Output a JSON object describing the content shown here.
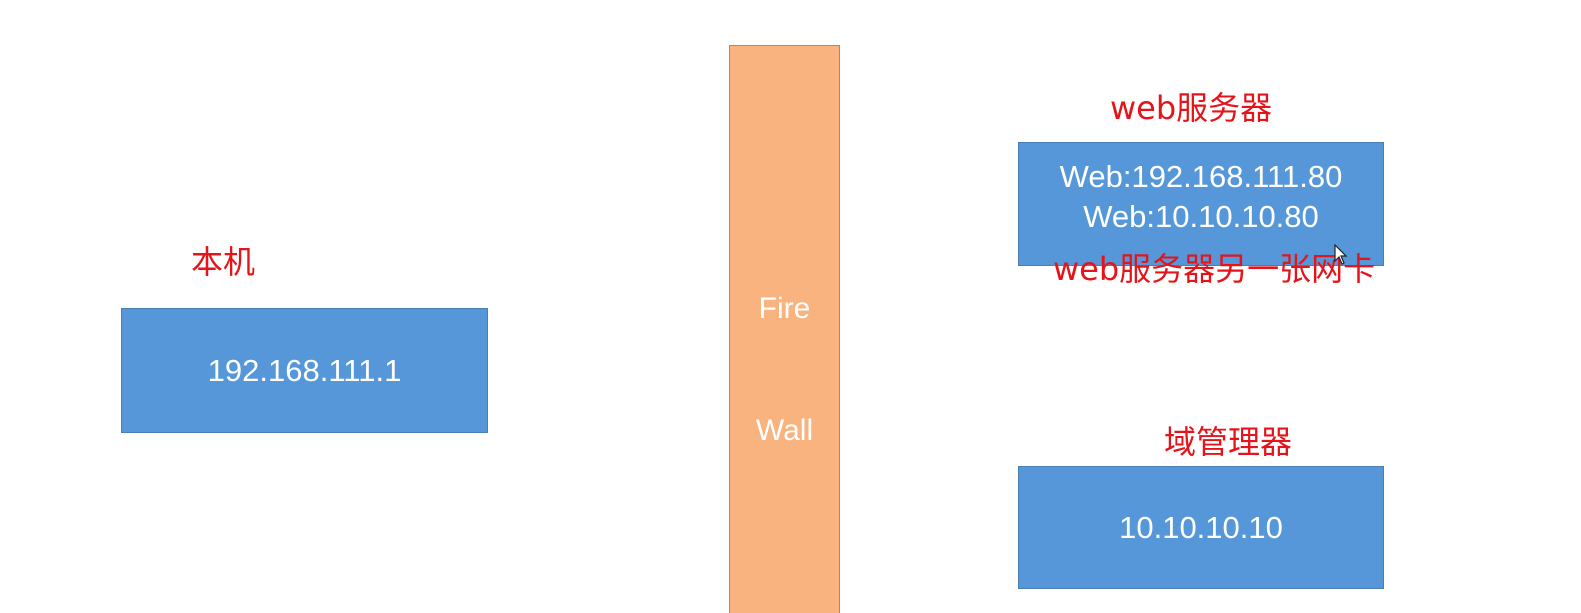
{
  "local_machine": {
    "label": "本机",
    "ip": "192.168.111.1"
  },
  "firewall": {
    "line1": "Fire",
    "line2": "Wall"
  },
  "web_server": {
    "label": "web服务器",
    "ip_primary": "Web:192.168.111.80",
    "ip_secondary": "Web:10.10.10.80",
    "second_nic_label": "web服务器另一张网卡"
  },
  "domain_controller": {
    "label": "域管理器",
    "ip": "10.10.10.10"
  },
  "colors": {
    "box_fill": "#5597d8",
    "label_red": "#e5141a",
    "wall_fill": "#f9b37f"
  }
}
